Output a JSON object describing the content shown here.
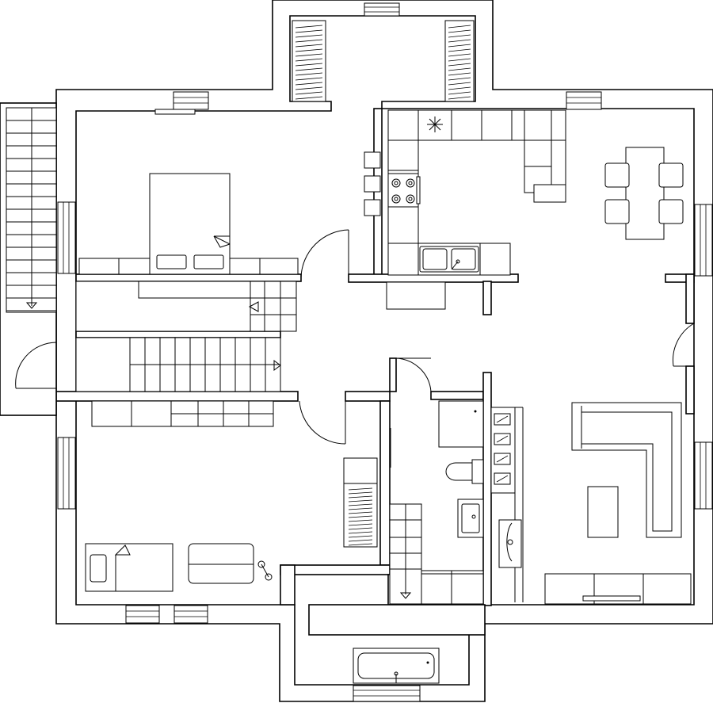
{
  "diagram": {
    "type": "architectural-floor-plan",
    "rooms": [
      "bedroom",
      "kitchen-dining",
      "stair-hall",
      "child-bedroom",
      "wc-laundry",
      "living-room",
      "bathroom"
    ],
    "colors": {
      "line": "#000000",
      "background": "#ffffff"
    }
  }
}
